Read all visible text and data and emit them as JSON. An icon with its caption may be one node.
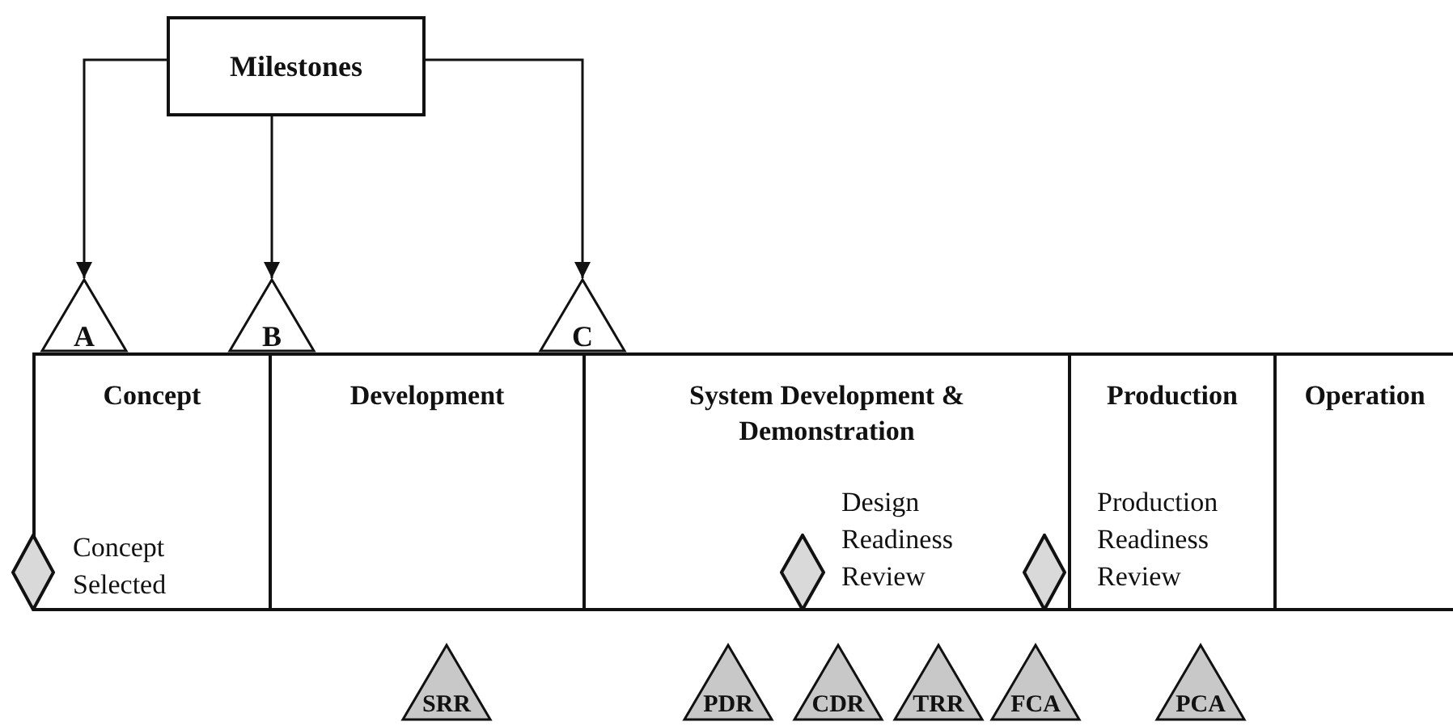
{
  "diagram": {
    "nodes": [
      {
        "text": [
          "Milestones"
        ]
      },
      {
        "text": [
          "A"
        ]
      },
      {
        "text": [
          "B"
        ]
      },
      {
        "text": [
          "C"
        ]
      },
      {
        "text": [
          "Concept"
        ]
      },
      {
        "text": [
          "Development"
        ]
      },
      {
        "text": [
          "System Development & Demonstration"
        ]
      },
      {
        "text": [
          "Production"
        ]
      },
      {
        "text": [
          "Operation"
        ]
      },
      {
        "text": [],
        "shape": "diamond"
      },
      {
        "text": [],
        "shape": "diamond",
        "in": 6
      },
      {
        "text": [],
        "shape": "diamond",
        "in": 6
      },
      {
        "text": [
          "SRR"
        ]
      },
      {
        "text": [
          "PDR"
        ]
      },
      {
        "text": [
          "CDR"
        ]
      },
      {
        "text": [
          "TRR"
        ]
      },
      {
        "text": [
          "FCA"
        ]
      },
      {
        "text": [
          "PCA"
        ]
      }
    ],
    "edges": [
      {
        "from": 0,
        "to": 1,
        "arrow": "to"
      },
      {
        "from": 0,
        "to": 2,
        "arrow": "to"
      },
      {
        "from": 0,
        "to": 3,
        "arrow": "to"
      }
    ],
    "labels": [
      "Concept Selected",
      "Design Readiness Review",
      "Production Readiness Review"
    ]
  }
}
